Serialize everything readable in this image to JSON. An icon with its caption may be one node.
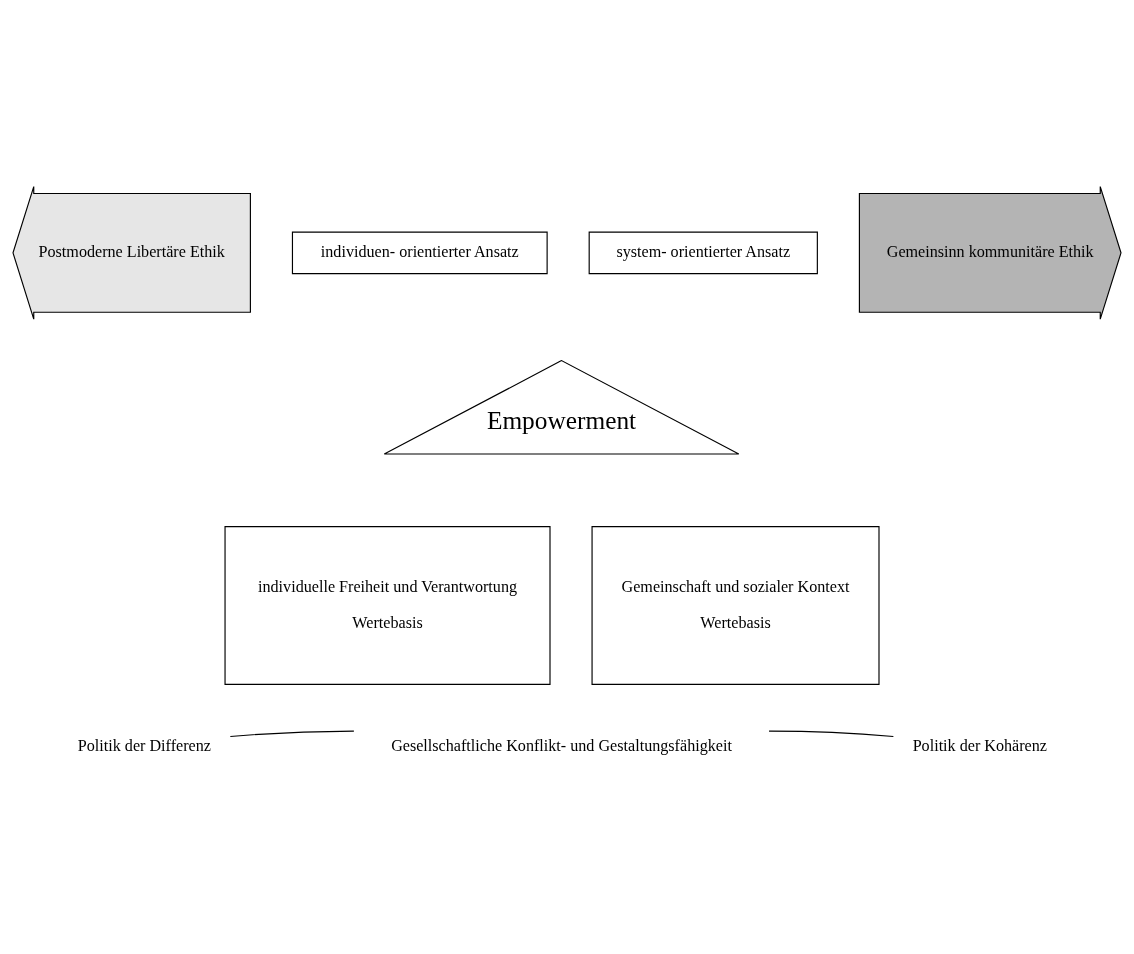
{
  "diagram": {
    "nodes": [
      {
        "text": [
          "Postmoderne Libertäre Ethik"
        ]
      },
      {
        "text": [
          "Gemeinsinn kommunitäre Ethik"
        ]
      },
      {
        "text": [
          "individuen- orientierter Ansatz"
        ]
      },
      {
        "text": [
          "system- orientierter Ansatz"
        ]
      },
      {
        "text": [
          "Empowerment"
        ]
      },
      {
        "text": [
          "individuelle Freiheit und Verantwortung",
          "Wertebasis"
        ]
      },
      {
        "text": [
          "Gemeinschaft und sozialer Kontext",
          "Wertebasis"
        ]
      },
      {
        "text": [
          "Politik der Differenz"
        ]
      },
      {
        "text": [
          "Gesellschaftliche Konflikt- und Gestaltungsfähigkeit"
        ]
      },
      {
        "text": [
          "Politik der Kohärenz"
        ]
      }
    ],
    "edges": [
      {
        "from": 7,
        "to": 8,
        "arrow": "none"
      },
      {
        "from": 8,
        "to": 9,
        "arrow": "none"
      }
    ]
  }
}
